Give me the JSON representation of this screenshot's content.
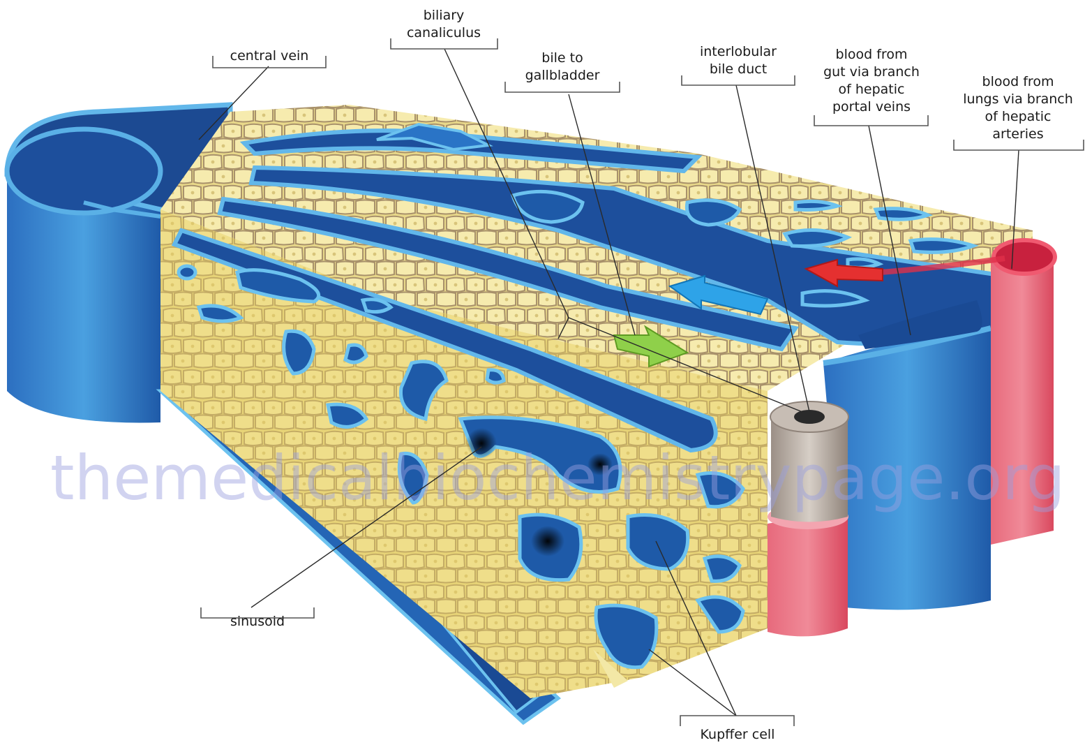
{
  "labels": {
    "central_vein": "central vein",
    "biliary_canaliculus": [
      "biliary",
      "canaliculus"
    ],
    "bile_to_gallbladder": [
      "bile to",
      "gallbladder"
    ],
    "interlobular_bile_duct": [
      "interlobular",
      "bile duct"
    ],
    "hepatic_portal": [
      "blood from",
      "gut via branch",
      "of hepatic",
      "portal veins"
    ],
    "hepatic_arteries": [
      "blood from",
      "lungs via branch",
      "of hepatic",
      "arteries"
    ],
    "sinusoid": "sinusoid",
    "kupffer_cell": "Kupffer cell"
  },
  "watermark": "themedicalbiochemistrypage.org",
  "colors": {
    "vein_blue": "#1d4f9c",
    "vein_light": "#3b8fd6",
    "artery_red": "#e0304a",
    "artery_pink": "#e8798a",
    "hepatocyte_yellow": "#f3e8a6",
    "arrow_blue": "#2ea3e8",
    "arrow_red": "#e53030",
    "arrow_green": "#8fd04a"
  },
  "arrows": [
    "blood-flow-blue",
    "blood-flow-red",
    "bile-flow-green"
  ]
}
